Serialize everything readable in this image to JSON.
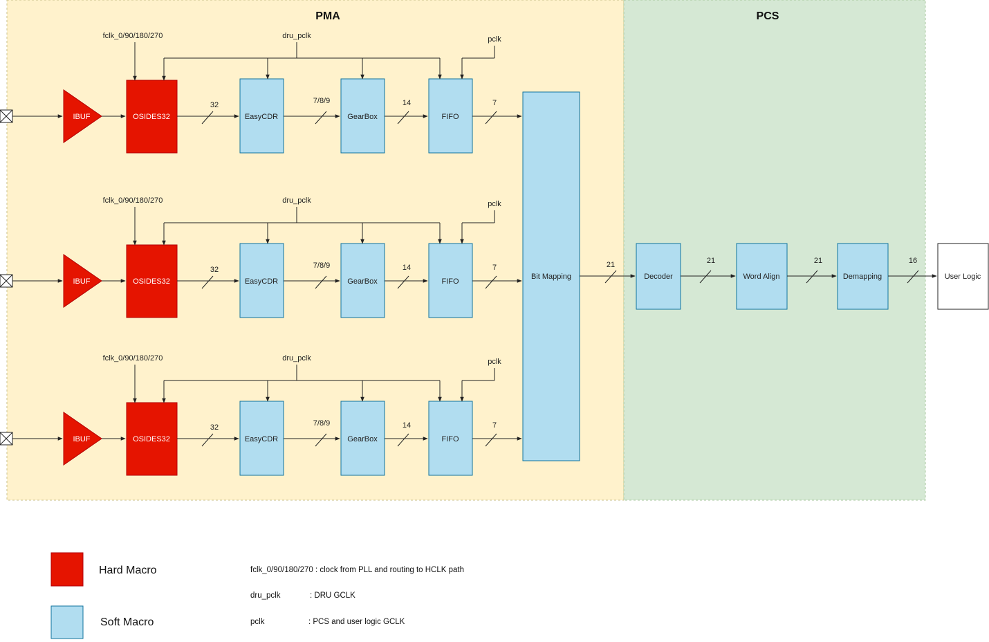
{
  "regions": {
    "pma": "PMA",
    "pcs": "PCS"
  },
  "lanes": [
    {
      "fclk": "fclk_0/90/180/270",
      "dru": "dru_pclk",
      "pclk": "pclk",
      "ibuf": "IBUF",
      "oserdes": "OSIDES32",
      "cdr": "EasyCDR",
      "gearbox": "GearBox",
      "fifo": "FIFO",
      "w1": "32",
      "w2": "7/8/9",
      "w3": "14",
      "w4": "7"
    },
    {
      "fclk": "fclk_0/90/180/270",
      "dru": "dru_pclk",
      "pclk": "pclk",
      "ibuf": "IBUF",
      "oserdes": "OSIDES32",
      "cdr": "EasyCDR",
      "gearbox": "GearBox",
      "fifo": "FIFO",
      "w1": "32",
      "w2": "7/8/9",
      "w3": "14",
      "w4": "7"
    },
    {
      "fclk": "fclk_0/90/180/270",
      "dru": "dru_pclk",
      "pclk": "pclk",
      "ibuf": "IBUF",
      "oserdes": "OSIDES32",
      "cdr": "EasyCDR",
      "gearbox": "GearBox",
      "fifo": "FIFO",
      "w1": "32",
      "w2": "7/8/9",
      "w3": "14",
      "w4": "7"
    }
  ],
  "bit_mapping": "Bit Mapping",
  "pcs_chain": {
    "decoder": "Decoder",
    "word_align": "Word Align",
    "demapping": "Demapping",
    "user_logic": "User Logic",
    "w_bitmap": "21",
    "w_decoder": "21",
    "w_align": "21",
    "w_demap": "16"
  },
  "legend": {
    "hard": "Hard Macro",
    "soft": "Soft Macro",
    "notes": [
      {
        "key": "fclk_0/90/180/270 : clock from PLL and routing to HCLK path",
        "desc": ""
      },
      {
        "key": "dru_pclk",
        "desc": ":  DRU GCLK"
      },
      {
        "key": "pclk",
        "desc": ": PCS and user logic GCLK"
      }
    ]
  },
  "colors": {
    "pma_bg": "#fff2cc",
    "pcs_bg": "#d5e8d4",
    "hard": "#e51400",
    "soft": "#b1ddf0",
    "soft_border": "#10739e"
  }
}
